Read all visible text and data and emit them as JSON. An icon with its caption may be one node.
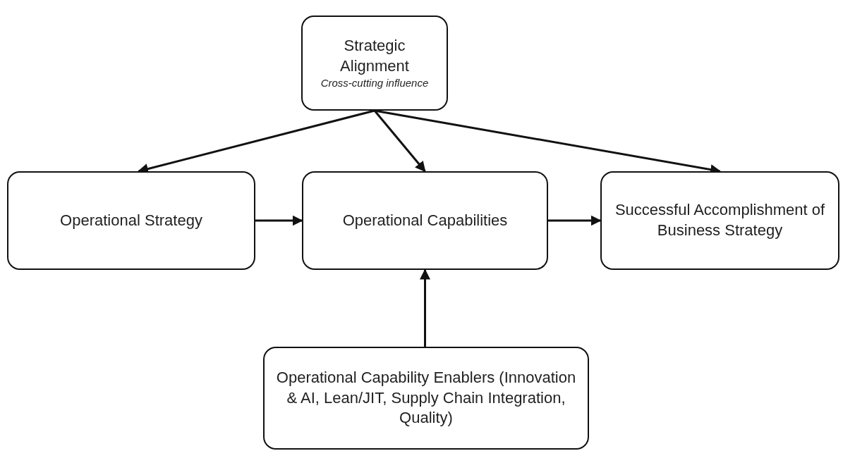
{
  "diagram": {
    "nodes": [
      {
        "text": [
          "Strategic Alignment",
          "Cross-cutting influence"
        ]
      },
      {
        "text": [
          "Operational Strategy"
        ]
      },
      {
        "text": [
          "Operational Capabilities"
        ]
      },
      {
        "text": [
          "Successful Accomplishment of Business Strategy"
        ]
      },
      {
        "text": [
          "Operational Capability Enablers (Innovation & AI, Lean/JIT, Supply Chain Integration, Quality)"
        ]
      }
    ],
    "edges": [
      {
        "from": 0,
        "to": 1,
        "arrow": "to"
      },
      {
        "from": 0,
        "to": 2,
        "arrow": "to"
      },
      {
        "from": 0,
        "to": 3,
        "arrow": "to"
      },
      {
        "from": 1,
        "to": 2,
        "arrow": "to"
      },
      {
        "from": 2,
        "to": 3,
        "arrow": "to"
      },
      {
        "from": 4,
        "to": 2,
        "arrow": "to"
      }
    ]
  }
}
